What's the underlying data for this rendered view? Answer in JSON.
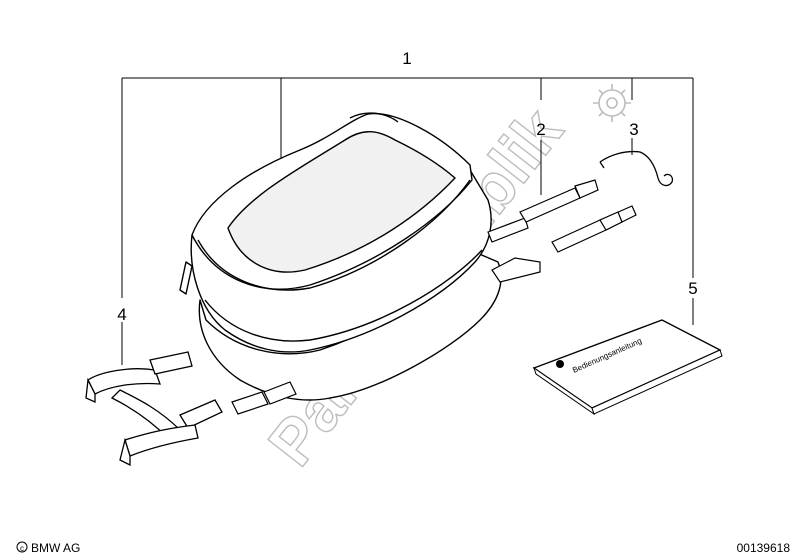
{
  "callouts": {
    "c1": "1",
    "c2": "2",
    "c3": "3",
    "c4": "4",
    "c5": "5"
  },
  "booklet": {
    "title": "Bedienungsanleitung"
  },
  "watermark": {
    "text": "PartsRepublik"
  },
  "footer": {
    "copyright": "BMW AG",
    "diagram_number": "00139618"
  }
}
